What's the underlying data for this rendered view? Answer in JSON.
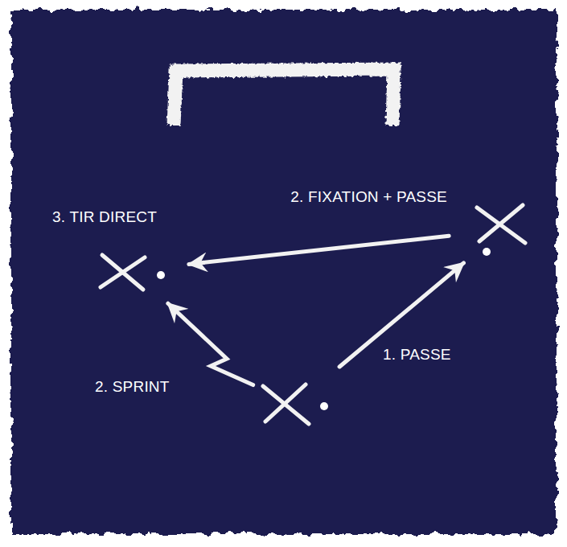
{
  "diagram": {
    "nodes": [
      {
        "text": [
          "3. TIR DIRECT"
        ]
      },
      {
        "text": [
          "2. FIXATION + PASSE"
        ]
      },
      {
        "text": []
      }
    ],
    "edges": [
      {
        "from": 2,
        "to": 1,
        "arrow": "to",
        "label": "1. PASSE"
      },
      {
        "from": 1,
        "to": 0,
        "arrow": "to"
      },
      {
        "from": 2,
        "to": 0,
        "arrow": "to",
        "label": "2. SPRINT"
      }
    ]
  }
}
